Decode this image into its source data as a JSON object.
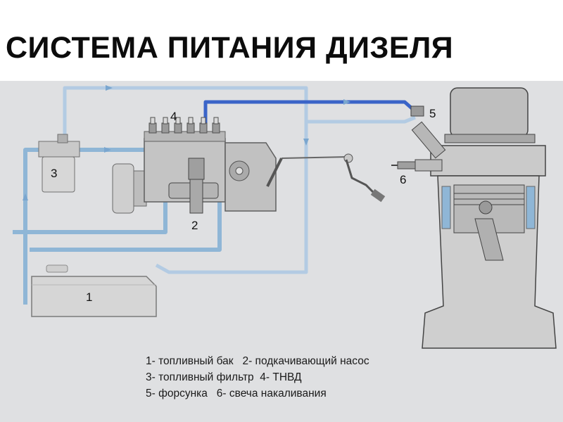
{
  "title": "СИСТЕМА ПИТАНИЯ ДИЗЕЛЯ",
  "labels": {
    "tank": "1",
    "feed_pump": "2",
    "filter": "3",
    "injection_pump": "4",
    "injector": "5",
    "glow_plug": "6"
  },
  "legend": [
    "1- топливный бак   2- подкачивающий насос",
    "3- топливный фильтр  4- ТНВД",
    "5- форсунка   6- свеча накаливания"
  ],
  "colors": {
    "background": "#dfe0e2",
    "high_pressure_line": "#3a64c8",
    "low_pressure_line": "#8fb6d6",
    "return_line": "#b3cbe3",
    "metal": "#bdbdbd"
  }
}
